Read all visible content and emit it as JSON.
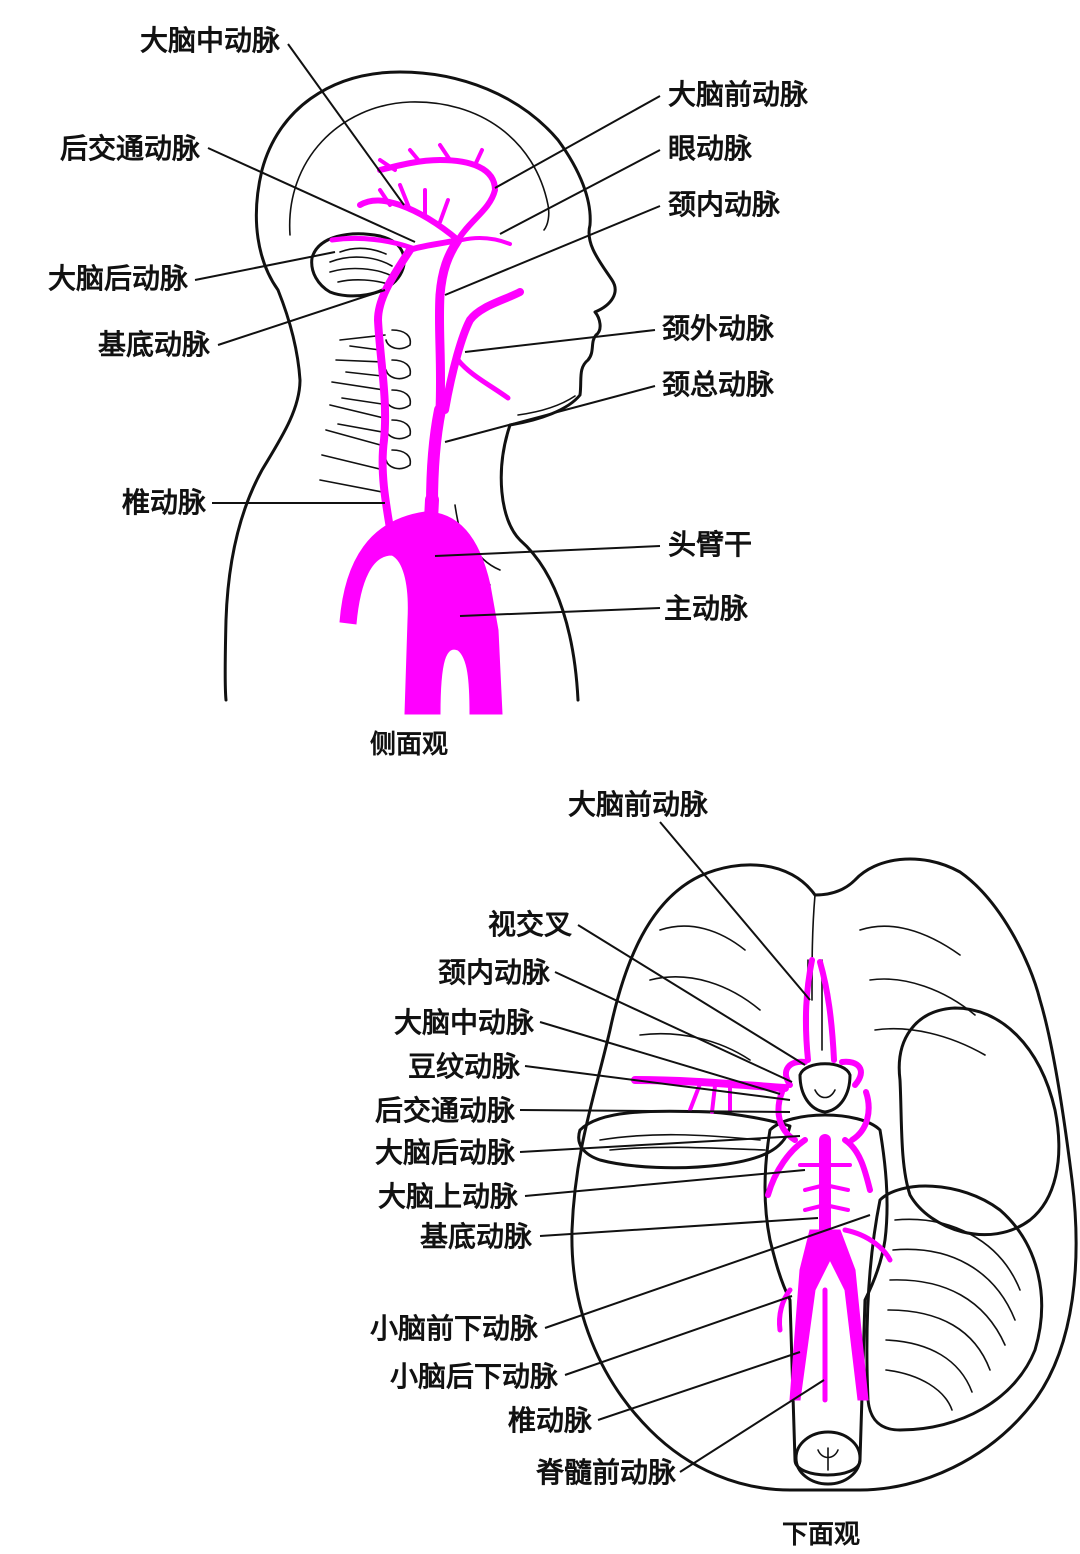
{
  "colors": {
    "artery": "#ff00ff",
    "ink": "#111111"
  },
  "lateral_view": {
    "caption": "侧面观",
    "labels": {
      "middle_cerebral": "大脑中动脉",
      "anterior_cerebral": "大脑前动脉",
      "posterior_communicating": "后交通动脉",
      "ophthalmic": "眼动脉",
      "internal_carotid": "颈内动脉",
      "posterior_cerebral": "大脑后动脉",
      "basilar": "基底动脉",
      "external_carotid": "颈外动脉",
      "common_carotid": "颈总动脉",
      "vertebral": "椎动脉",
      "brachiocephalic": "头臂干",
      "aorta": "主动脉"
    }
  },
  "inferior_view": {
    "caption": "下面观",
    "labels": {
      "anterior_cerebral": "大脑前动脉",
      "optic_chiasm": "视交叉",
      "internal_carotid": "颈内动脉",
      "middle_cerebral": "大脑中动脉",
      "lenticulostriate": "豆纹动脉",
      "posterior_communicating": "后交通动脉",
      "posterior_cerebral": "大脑后动脉",
      "superior_cerebellar": "大脑上动脉",
      "basilar": "基底动脉",
      "anterior_inferior_cerebellar": "小脑前下动脉",
      "posterior_inferior_cerebellar": "小脑后下动脉",
      "vertebral": "椎动脉",
      "anterior_spinal": "脊髓前动脉"
    }
  }
}
